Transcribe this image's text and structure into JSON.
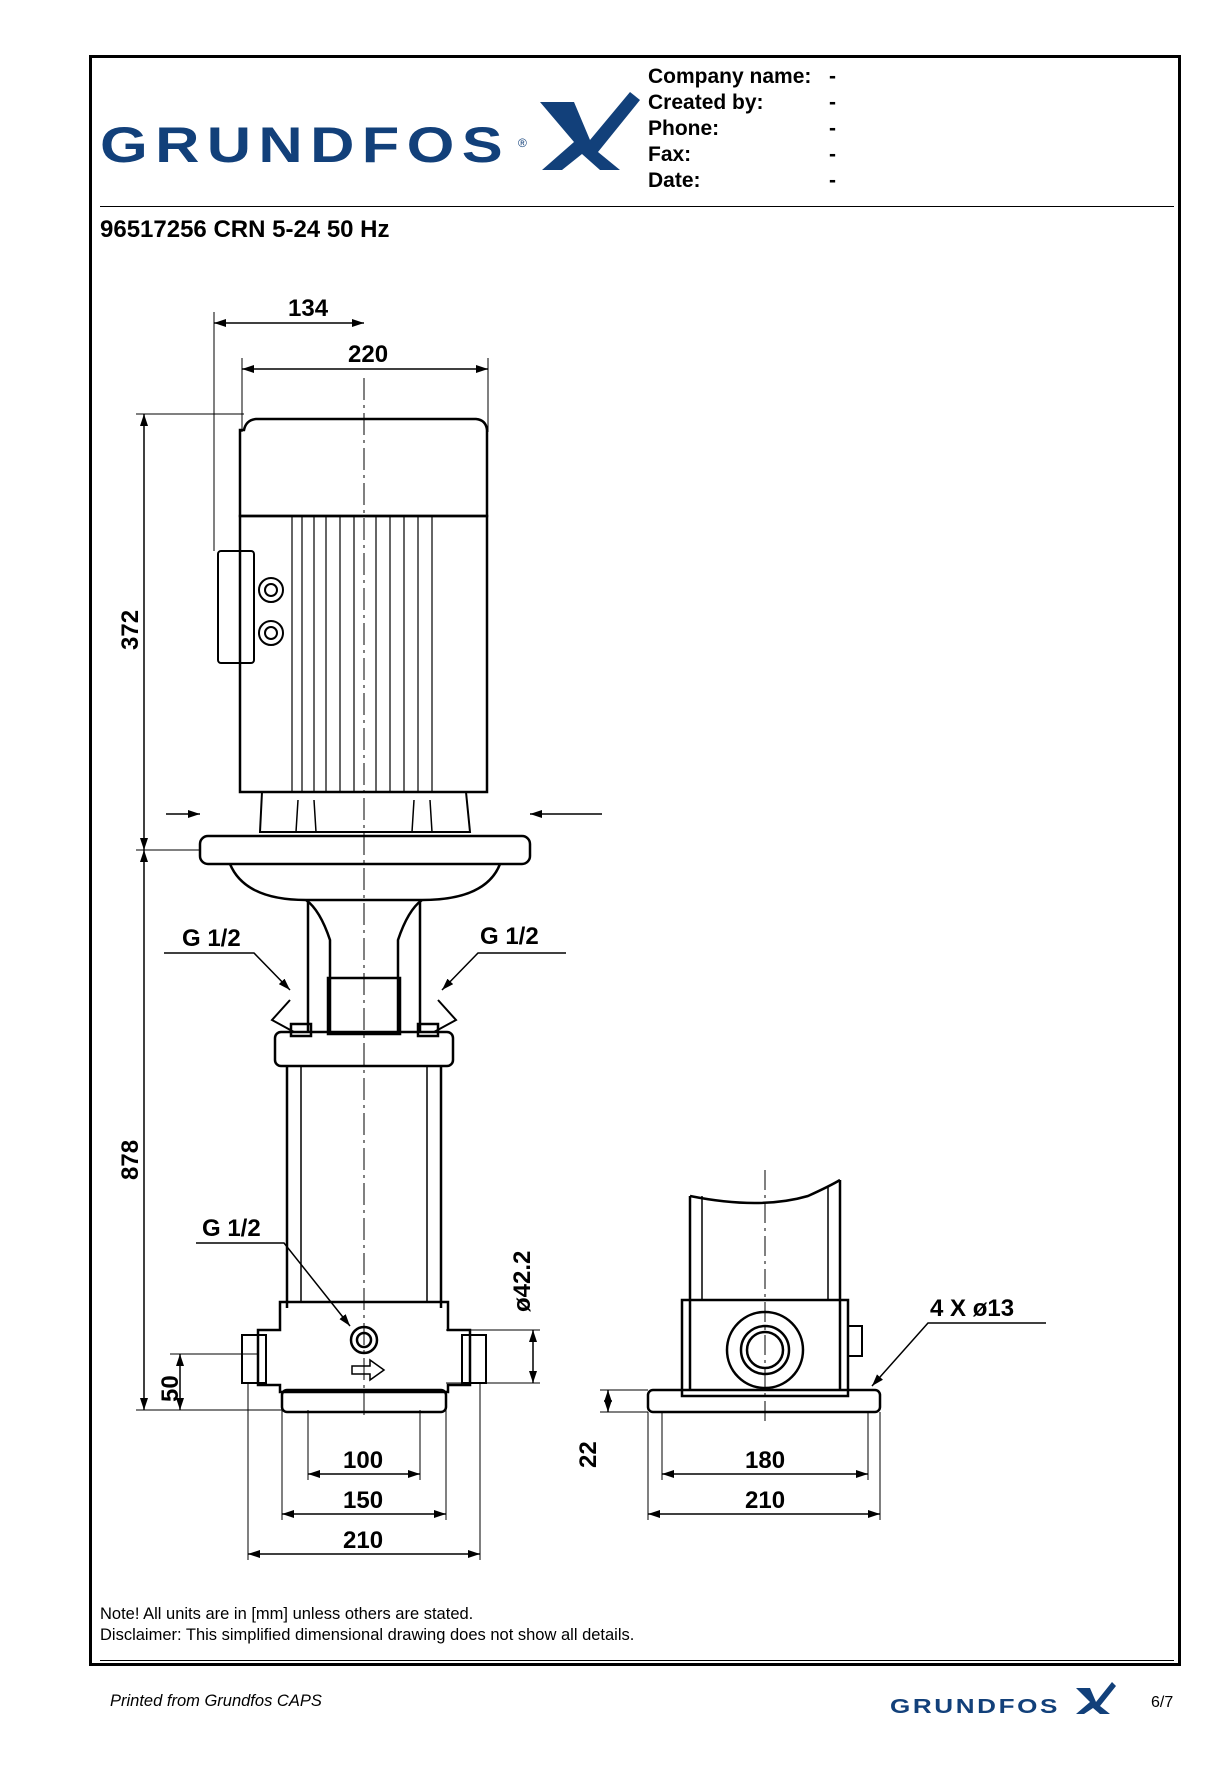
{
  "header": {
    "brand": "GRUNDFOS",
    "registered_mark": "®",
    "fields": [
      {
        "label": "Company name:",
        "value": "-"
      },
      {
        "label": "Created by:",
        "value": "-"
      },
      {
        "label": "Phone:",
        "value": "-"
      },
      {
        "label": "Fax:",
        "value": "-"
      },
      {
        "label": "Date:",
        "value": "-"
      }
    ]
  },
  "title": "96517256 CRN 5-24 50 Hz",
  "dimensions": {
    "d134": "134",
    "d220": "220",
    "d372": "372",
    "d878": "878",
    "d50": "50",
    "d42_2": "ø42.2",
    "d100": "100",
    "d150": "150",
    "d210_front": "210",
    "d22": "22",
    "d180": "180",
    "d210_side": "210",
    "g_left": "G 1/2",
    "g_right": "G 1/2",
    "g_drain": "G 1/2",
    "bolt_holes": "4 X ø13"
  },
  "notes": {
    "line1": "Note! All units are in [mm] unless others are stated.",
    "line2": "Disclaimer: This simplified dimensional drawing does not show all details."
  },
  "footer": {
    "printed_from": "Printed from Grundfos CAPS",
    "brand": "GRUNDFOS",
    "page": "6/7"
  },
  "colors": {
    "brand_blue": "#12407a",
    "line": "#000000"
  }
}
